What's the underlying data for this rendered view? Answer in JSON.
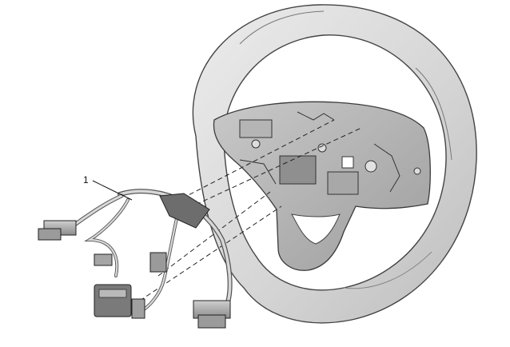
{
  "diagram": {
    "callouts": [
      {
        "label": "1",
        "target": "steering-wheel-wiring-harness"
      }
    ],
    "parts": [
      "steering-wheel",
      "steering-wheel-wiring-harness"
    ]
  }
}
